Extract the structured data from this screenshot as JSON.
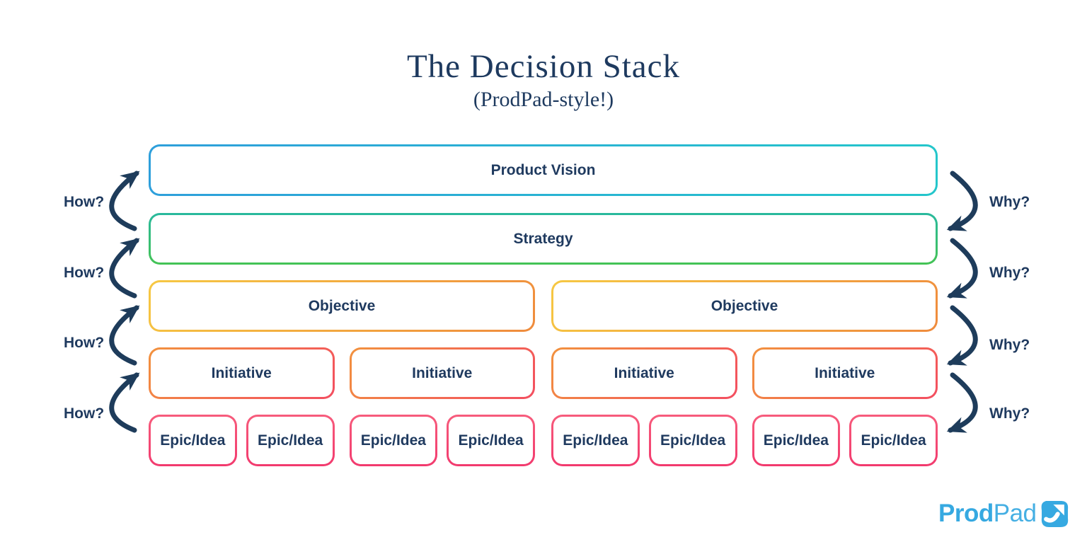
{
  "title": {
    "main": "The Decision Stack",
    "subtitle": "(ProdPad-style!)"
  },
  "stack": {
    "rows": [
      {
        "name": "product-vision",
        "boxes": [
          {
            "label": "Product Vision"
          }
        ]
      },
      {
        "name": "strategy",
        "boxes": [
          {
            "label": "Strategy"
          }
        ]
      },
      {
        "name": "objective",
        "boxes": [
          {
            "label": "Objective"
          },
          {
            "label": "Objective"
          }
        ]
      },
      {
        "name": "initiative",
        "boxes": [
          {
            "label": "Initiative"
          },
          {
            "label": "Initiative"
          },
          {
            "label": "Initiative"
          },
          {
            "label": "Initiative"
          }
        ]
      },
      {
        "name": "epic-idea",
        "boxes": [
          {
            "label": "Epic/Idea"
          },
          {
            "label": "Epic/Idea"
          },
          {
            "label": "Epic/Idea"
          },
          {
            "label": "Epic/Idea"
          },
          {
            "label": "Epic/Idea"
          },
          {
            "label": "Epic/Idea"
          },
          {
            "label": "Epic/Idea"
          },
          {
            "label": "Epic/Idea"
          }
        ]
      }
    ]
  },
  "side_labels": {
    "left": [
      {
        "label": "How?"
      },
      {
        "label": "How?"
      },
      {
        "label": "How?"
      },
      {
        "label": "How?"
      }
    ],
    "right": [
      {
        "label": "Why?"
      },
      {
        "label": "Why?"
      },
      {
        "label": "Why?"
      },
      {
        "label": "Why?"
      }
    ]
  },
  "colors": {
    "navy_text": "#1F3A5F",
    "title_navy": "#1E3A5F",
    "arrow_navy": "#1E3C5B",
    "vision_gradient": [
      "#2E9FDB",
      "#24C6CB"
    ],
    "strategy_gradient": [
      "#29B99E",
      "#44C355"
    ],
    "objective_gradient": [
      "#F6C843",
      "#EF8B3D"
    ],
    "initiative_gradient": [
      "#F2923E",
      "#F34E60"
    ],
    "epic_gradient": [
      "#F75C7C",
      "#F23A6E"
    ],
    "logo_blue": "#36A9E1"
  },
  "logo": {
    "bold": "Prod",
    "light": "Pad",
    "icon": "arrow-up-right-icon"
  }
}
